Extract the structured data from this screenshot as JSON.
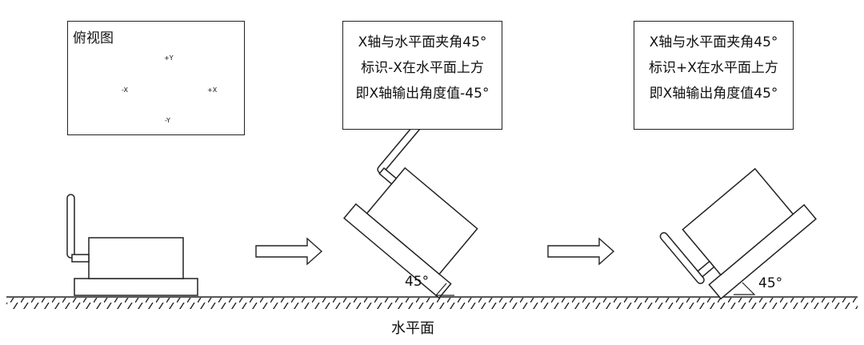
{
  "top_view": {
    "title": "俯视图",
    "axis_plus_y": "+Y",
    "axis_minus_y": "-Y",
    "axis_plus_x": "+X",
    "axis_minus_x": "-X"
  },
  "notes": [
    {
      "lines": [
        "X轴与水平面夹角45°",
        "标识-X在水平面上方",
        "即X轴输出角度值-45°"
      ]
    },
    {
      "lines": [
        "X轴与水平面夹角45°",
        "标识+X在水平面上方",
        "即X轴输出角度值45°"
      ]
    }
  ],
  "angle_labels": [
    "45°",
    "45°"
  ],
  "ground_label": "水平面"
}
